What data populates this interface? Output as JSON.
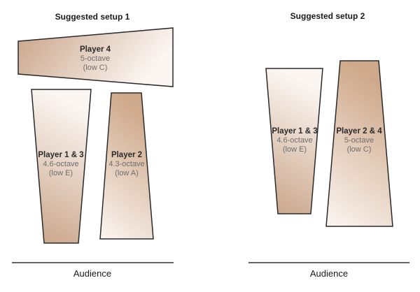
{
  "setup1": {
    "title": "Suggested setup 1",
    "audience": "Audience",
    "instruments": [
      {
        "name": "Player 4",
        "range": "5-octave",
        "low": "(low C)"
      },
      {
        "name": "Player 1 & 3",
        "range": "4.6-octave",
        "low": "(low E)"
      },
      {
        "name": "Player 2",
        "range": "4.3-octave",
        "low": "(low A)"
      }
    ]
  },
  "setup2": {
    "title": "Suggested setup 2",
    "audience": "Audience",
    "instruments": [
      {
        "name": "Player 1 & 3",
        "range": "4.6-octave",
        "low": "(low E)"
      },
      {
        "name": "Player 2 & 4",
        "range": "5-octave",
        "low": "(low C)"
      }
    ]
  },
  "colors": {
    "dark": "#c9a488",
    "light": "#fbf6f2",
    "outline": "#2a2a2a"
  }
}
